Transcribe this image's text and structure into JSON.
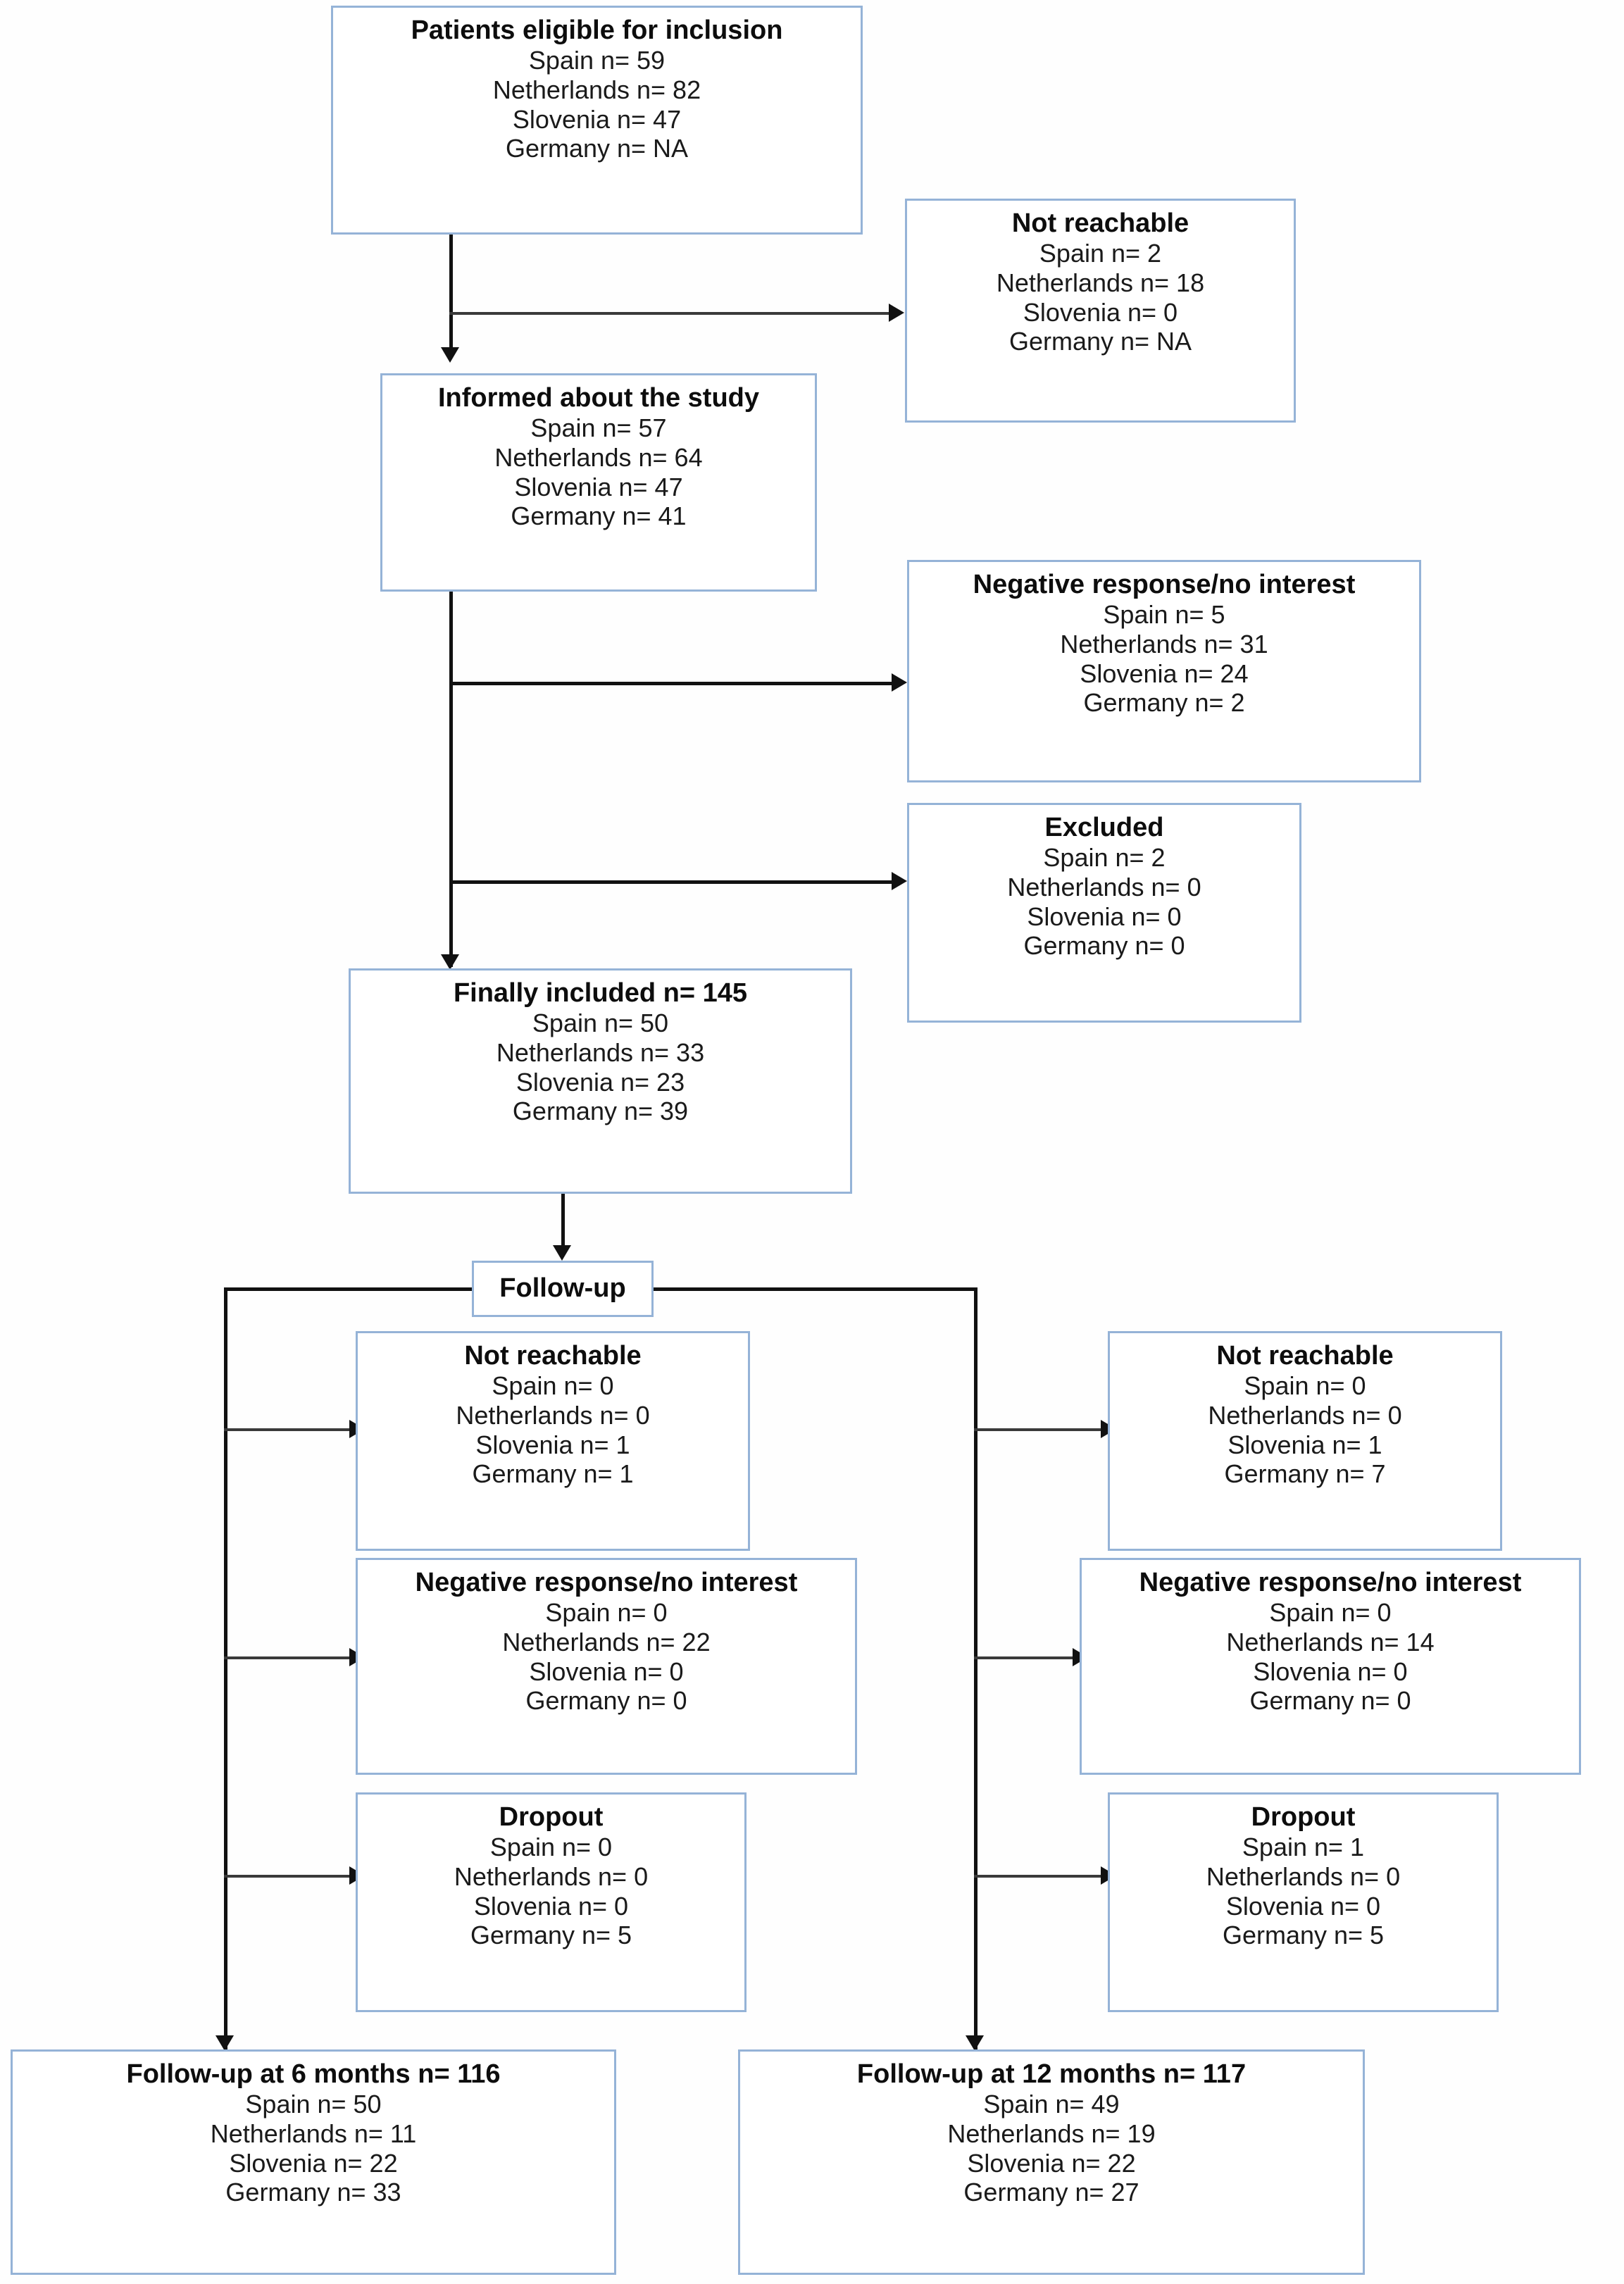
{
  "figure": {
    "type": "flowchart",
    "description": "Patient recruitment and follow-up flow diagram across four countries",
    "countries": [
      "Spain",
      "Netherlands",
      "Slovenia",
      "Germany"
    ],
    "border_color": "#95b3d7",
    "connector_color": "#111111"
  },
  "nodes": {
    "eligible": {
      "title": "Patients eligible for inclusion",
      "rows": [
        "Spain n= 59",
        "Netherlands n= 82",
        "Slovenia n= 47",
        "Germany n= NA"
      ],
      "values": {
        "Spain": "59",
        "Netherlands": "82",
        "Slovenia": "47",
        "Germany": "NA"
      }
    },
    "not_reachable_1": {
      "title": "Not reachable",
      "rows": [
        "Spain n= 2",
        "Netherlands n= 18",
        "Slovenia n= 0",
        "Germany n= NA"
      ],
      "values": {
        "Spain": "2",
        "Netherlands": "18",
        "Slovenia": "0",
        "Germany": "NA"
      }
    },
    "informed": {
      "title": "Informed about the study",
      "rows": [
        "Spain n= 57",
        "Netherlands n= 64",
        "Slovenia n= 47",
        "Germany n= 41"
      ],
      "values": {
        "Spain": "57",
        "Netherlands": "64",
        "Slovenia": "47",
        "Germany": "41"
      }
    },
    "negative_1": {
      "title": "Negative response/no interest",
      "rows": [
        "Spain n= 5",
        "Netherlands n= 31",
        "Slovenia n= 24",
        "Germany n= 2"
      ],
      "values": {
        "Spain": "5",
        "Netherlands": "31",
        "Slovenia": "24",
        "Germany": "2"
      }
    },
    "excluded": {
      "title": "Excluded",
      "rows": [
        "Spain n= 2",
        "Netherlands n= 0",
        "Slovenia n= 0",
        "Germany n= 0"
      ],
      "values": {
        "Spain": "2",
        "Netherlands": "0",
        "Slovenia": "0",
        "Germany": "0"
      }
    },
    "included": {
      "title": "Finally included n= 145",
      "total": "145",
      "rows": [
        "Spain n= 50",
        "Netherlands n= 33",
        "Slovenia n= 23",
        "Germany n= 39"
      ],
      "values": {
        "Spain": "50",
        "Netherlands": "33",
        "Slovenia": "23",
        "Germany": "39"
      }
    },
    "followup": {
      "title": "Follow-up"
    },
    "fu6_not_reachable": {
      "title": "Not reachable",
      "rows": [
        "Spain n= 0",
        "Netherlands n= 0",
        "Slovenia n= 1",
        "Germany n= 1"
      ],
      "values": {
        "Spain": "0",
        "Netherlands": "0",
        "Slovenia": "1",
        "Germany": "1"
      }
    },
    "fu6_negative": {
      "title": "Negative response/no interest",
      "rows": [
        "Spain n= 0",
        "Netherlands n= 22",
        "Slovenia n= 0",
        "Germany n= 0"
      ],
      "values": {
        "Spain": "0",
        "Netherlands": "22",
        "Slovenia": "0",
        "Germany": "0"
      }
    },
    "fu6_dropout": {
      "title": "Dropout",
      "rows": [
        "Spain n= 0",
        "Netherlands n= 0",
        "Slovenia n= 0",
        "Germany n= 5"
      ],
      "values": {
        "Spain": "0",
        "Netherlands": "0",
        "Slovenia": "0",
        "Germany": "5"
      }
    },
    "fu12_not_reachable": {
      "title": "Not reachable",
      "rows": [
        "Spain n= 0",
        "Netherlands n= 0",
        "Slovenia n= 1",
        "Germany n= 7"
      ],
      "values": {
        "Spain": "0",
        "Netherlands": "0",
        "Slovenia": "1",
        "Germany": "7"
      }
    },
    "fu12_negative": {
      "title": "Negative response/no interest",
      "rows": [
        "Spain n= 0",
        "Netherlands n= 14",
        "Slovenia n= 0",
        "Germany n= 0"
      ],
      "values": {
        "Spain": "0",
        "Netherlands": "14",
        "Slovenia": "0",
        "Germany": "0"
      }
    },
    "fu12_dropout": {
      "title": "Dropout",
      "rows": [
        "Spain n= 1",
        "Netherlands n= 0",
        "Slovenia n= 0",
        "Germany n= 5"
      ],
      "values": {
        "Spain": "1",
        "Netherlands": "0",
        "Slovenia": "0",
        "Germany": "5"
      }
    },
    "fu6_result": {
      "title": "Follow-up at 6 months n= 116",
      "total": "116",
      "rows": [
        "Spain n= 50",
        "Netherlands n= 11",
        "Slovenia n= 22",
        "Germany n= 33"
      ],
      "values": {
        "Spain": "50",
        "Netherlands": "11",
        "Slovenia": "22",
        "Germany": "33"
      }
    },
    "fu12_result": {
      "title": "Follow-up at 12 months n= 117",
      "total": "117",
      "rows": [
        "Spain n= 49",
        "Netherlands n= 19",
        "Slovenia n= 22",
        "Germany n= 27"
      ],
      "values": {
        "Spain": "49",
        "Netherlands": "19",
        "Slovenia": "22",
        "Germany": "27"
      }
    }
  }
}
